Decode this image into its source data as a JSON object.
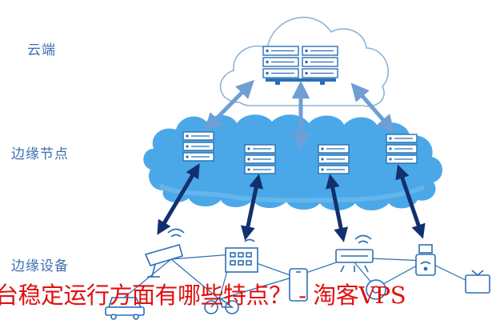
{
  "labels": {
    "cloud": "云端",
    "edge_node": "边缘节点",
    "edge_device": "边缘设备"
  },
  "watermark": "台稳定运行方面有哪些特点？ - 淘客VPS",
  "icons": {
    "cloud": "cloud-icon",
    "server": "server-rack-icon",
    "devices": [
      "surveillance-camera-icon",
      "car-icon",
      "office-building-icon",
      "bicycle-icon",
      "smartphone-icon",
      "air-conditioner-icon",
      "wifi-router-icon",
      "smart-speaker-icon",
      "gateway-device-icon",
      "television-icon"
    ]
  },
  "colors": {
    "cloud_outline": "#8fb3d6",
    "edge_cloud_fill": "#4aa8e8",
    "server_blue": "#2b6fb5",
    "arrow_cloud_link": "#6e9fd4",
    "arrow_device_link": "#13306e",
    "label_text": "#3b6fb0",
    "watermark_text": "#e01010"
  }
}
